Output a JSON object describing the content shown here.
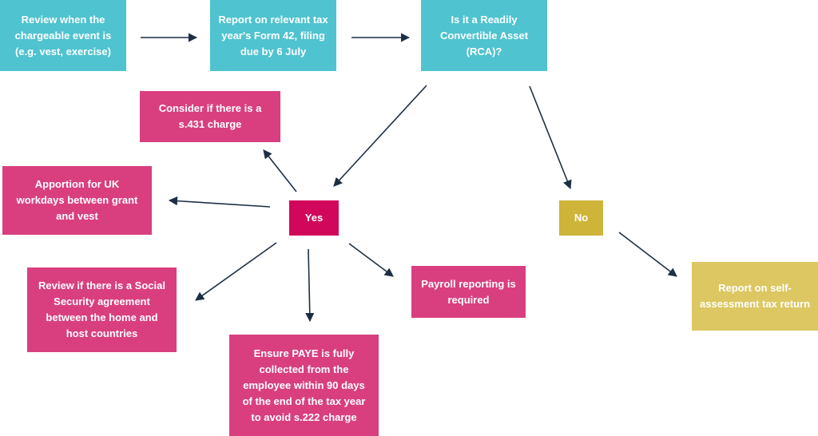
{
  "colors": {
    "teal": "#4fc3cf",
    "pink": "#d93f7f",
    "yes": "#d1075c",
    "no": "#cfb43a",
    "report": "#dcc763",
    "arrow": "#1d2f44"
  },
  "nodes": {
    "review_event": "Review when the chargeable event is (e.g. vest, exercise)",
    "report_form42": "Report on relevant tax year's Form 42, filing due by 6 July",
    "rca_question": "Is it a Readily Convertible Asset (RCA)?",
    "s431": "Consider if there is a s.431 charge",
    "apportion": "Apportion for UK workdays between grant and vest",
    "yes": "Yes",
    "no": "No",
    "social_security": "Review if there is a Social Security agreement between the home and host countries",
    "paye": "Ensure PAYE is fully collected from the employee within 90 days of the end of the tax year to avoid s.222 charge",
    "payroll": "Payroll reporting is required",
    "self_assessment": "Report on self-assessment tax return"
  }
}
